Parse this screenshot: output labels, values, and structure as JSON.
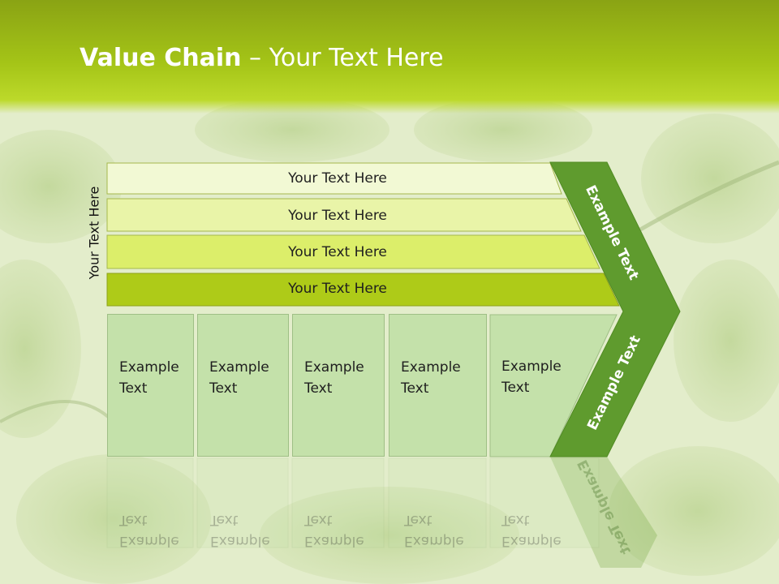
{
  "title": {
    "bold": "Value Chain",
    "rest": " – Your Text Here"
  },
  "side_label": "Your Text Here",
  "bars": [
    {
      "label": "Your Text Here",
      "color": "#f2f9d4"
    },
    {
      "label": "Your Text Here",
      "color": "#e9f4a8"
    },
    {
      "label": "Your Text Here",
      "color": "#dcee6a"
    },
    {
      "label": "Your Text Here",
      "color": "#aecb18"
    }
  ],
  "boxes": [
    {
      "line1": "Example",
      "line2": "Text"
    },
    {
      "line1": "Example",
      "line2": "Text"
    },
    {
      "line1": "Example",
      "line2": "Text"
    },
    {
      "line1": "Example",
      "line2": "Text"
    },
    {
      "line1": "Example",
      "line2": "Text"
    }
  ],
  "chevron": {
    "upper_label": "Example Text",
    "lower_label": "Example Text",
    "color": "#5f9b2e"
  },
  "colors": {
    "header": "#a4c417",
    "box_fill": "#c4e1aa"
  }
}
